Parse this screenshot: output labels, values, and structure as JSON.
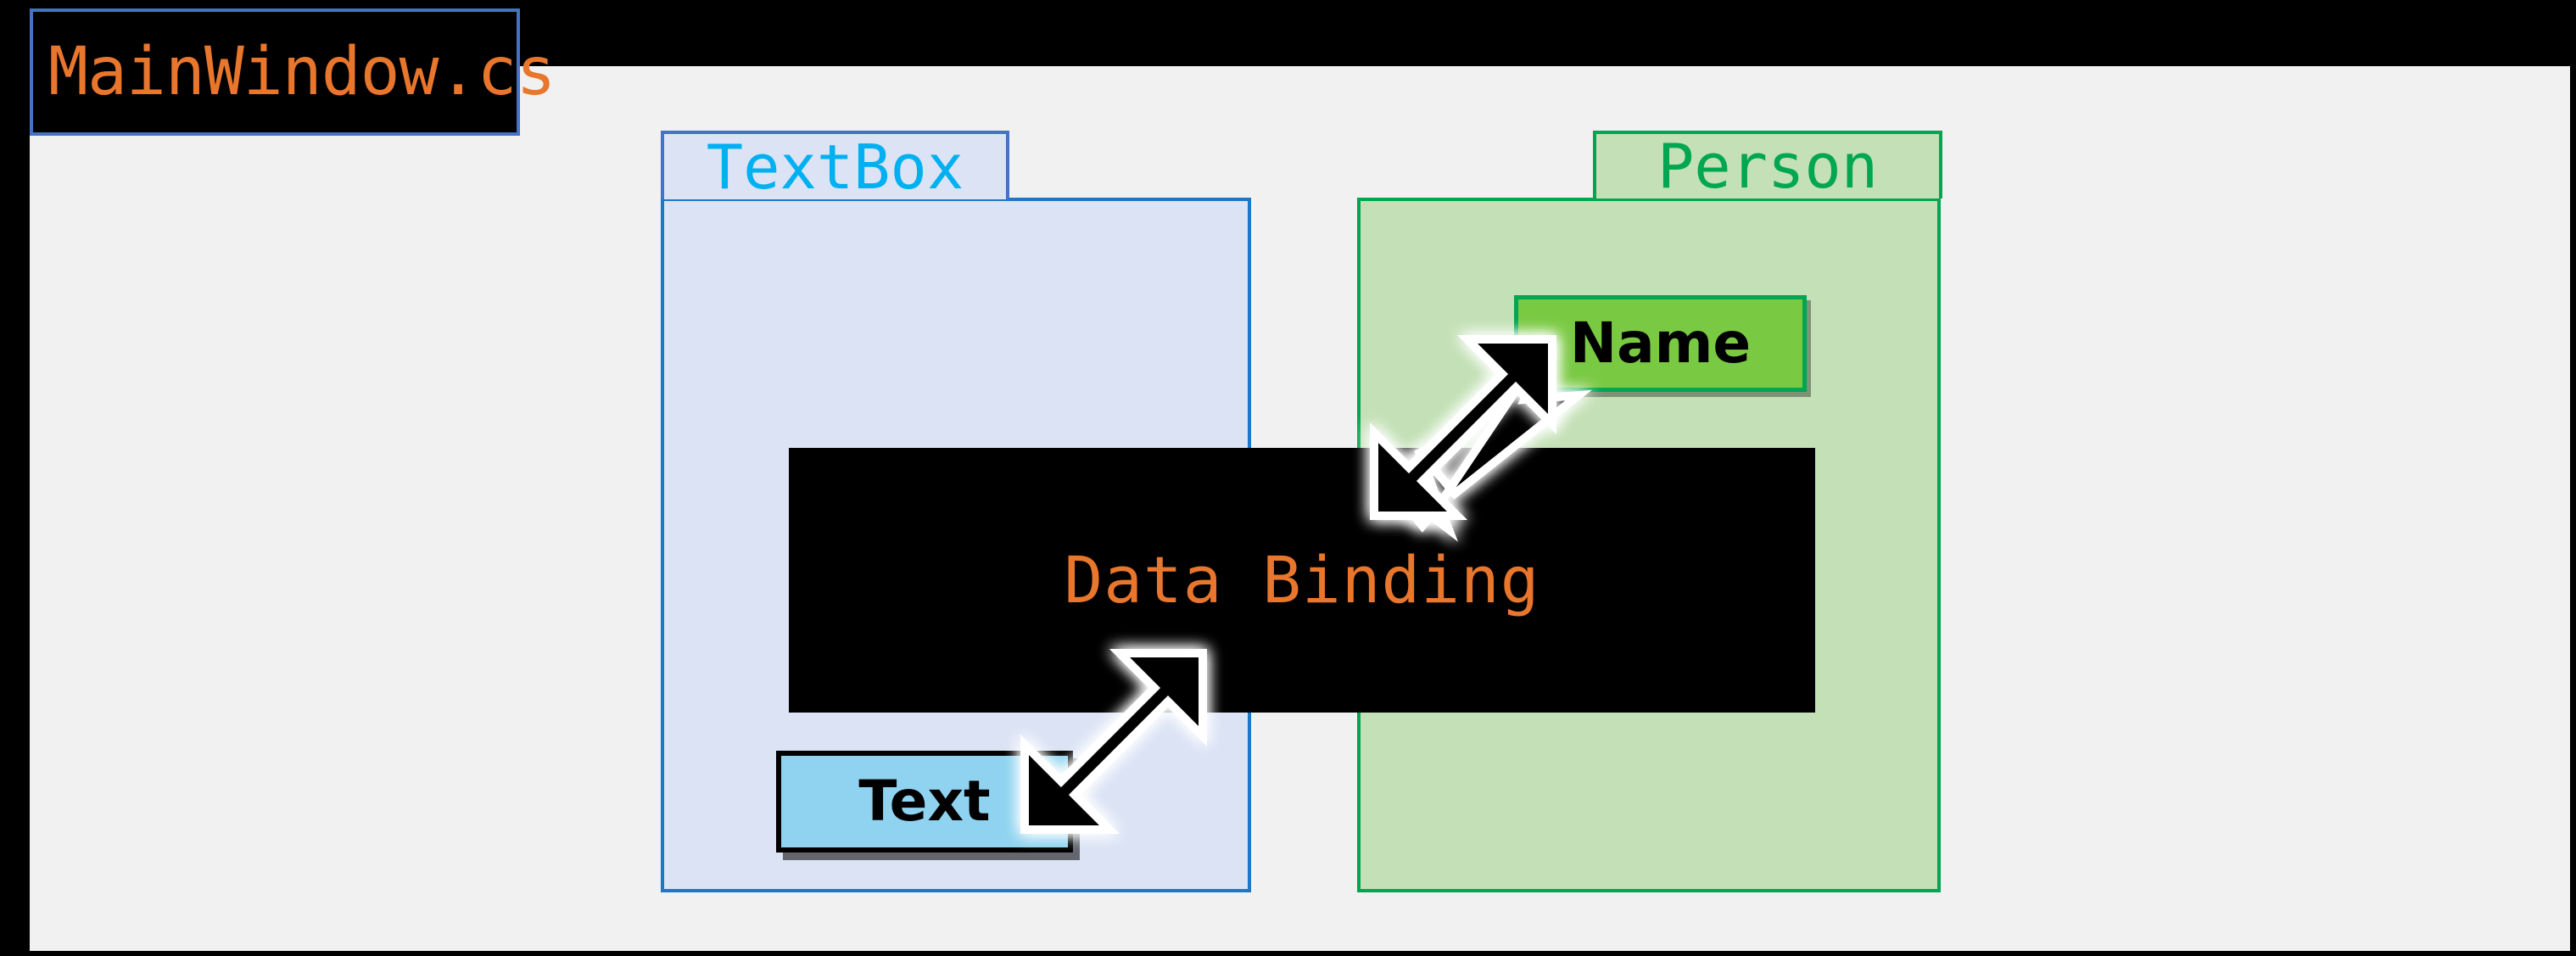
{
  "diagram": {
    "file_label": "MainWindow.cs",
    "binding_label": "Data Binding",
    "containers": [
      {
        "id": "textbox",
        "title": "TextBox",
        "title_color": "#00b0f0",
        "fill": "#dbe3f4",
        "border": "#1f77c4",
        "property": {
          "label": "Text",
          "fill": "#8fd3f0",
          "border": "#000000"
        }
      },
      {
        "id": "person",
        "title": "Person",
        "title_color": "#00a651",
        "fill": "#c3e0b6",
        "border": "#00a651",
        "property": {
          "label": "Name",
          "fill": "#7ac943",
          "border": "#00a651"
        }
      }
    ],
    "arrows": [
      {
        "id": "arrow-to-name",
        "name": "arrow-up-right-icon",
        "from": "Data Binding",
        "to": "Name",
        "direction": "up-right"
      },
      {
        "id": "arrow-to-text",
        "name": "arrow-down-left-icon",
        "from": "Data Binding",
        "to": "Text",
        "direction": "down-left"
      }
    ],
    "colors": {
      "background": "#f1f1f1",
      "frame": "#000000",
      "accent_orange": "#e8762c",
      "accent_blue": "#4472c4",
      "accent_green": "#00a651",
      "arrow_fill": "#000000",
      "arrow_outline": "#ffffff"
    }
  }
}
